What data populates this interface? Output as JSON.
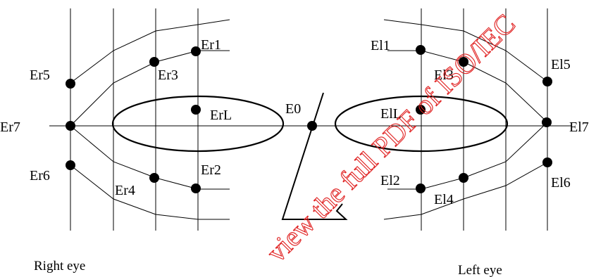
{
  "captions": {
    "right_eye": "Right eye",
    "left_eye": "Left eye"
  },
  "points": {
    "E0": "E0",
    "Er1": "Er1",
    "Er2": "Er2",
    "Er3": "Er3",
    "Er4": "Er4",
    "Er5": "Er5",
    "Er6": "Er6",
    "Er7": "Er7",
    "ErL": "ErL",
    "El1": "El1",
    "El2": "El2",
    "El3": "El3",
    "El4": "El4",
    "El5": "El5",
    "El6": "El6",
    "El7": "El7",
    "ElL": "ElL"
  },
  "watermark": {
    "text": "view the full PDF of ISO/IEC",
    "color": "#e02020"
  }
}
